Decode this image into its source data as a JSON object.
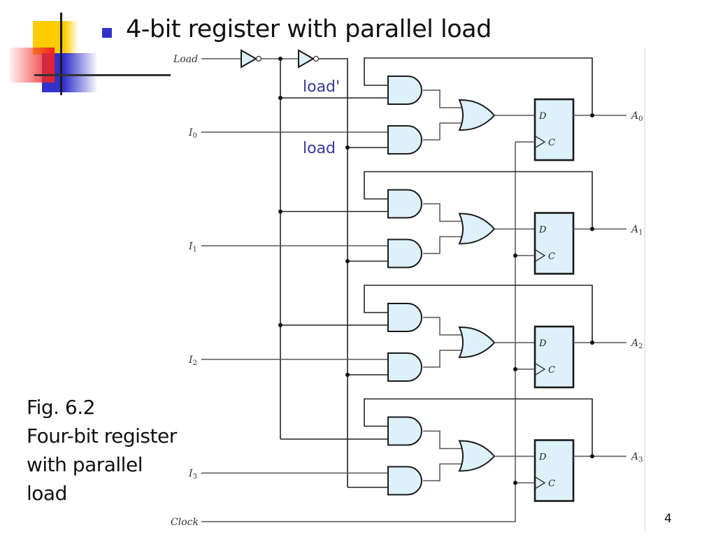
{
  "slide": {
    "title": "4-bit register with parallel load",
    "caption_lines": [
      "Fig. 6.2",
      "Four-bit register",
      "with parallel",
      "load"
    ],
    "page_number": "4",
    "colors": {
      "bullet": "#3333cc",
      "gate_fill": "#dcf1fa",
      "annotation_text": "#3a3a9a",
      "deco_yellow": "#ffcc00",
      "deco_red": "#ee2222",
      "deco_blue": "#3333cc"
    }
  },
  "diagram": {
    "inputs": {
      "load": "Load",
      "clock": "Clock",
      "data": [
        {
          "base": "I",
          "sub": "0"
        },
        {
          "base": "I",
          "sub": "1"
        },
        {
          "base": "I",
          "sub": "2"
        },
        {
          "base": "I",
          "sub": "3"
        }
      ]
    },
    "outputs": [
      {
        "base": "A",
        "sub": "0"
      },
      {
        "base": "A",
        "sub": "1"
      },
      {
        "base": "A",
        "sub": "2"
      },
      {
        "base": "A",
        "sub": "3"
      }
    ],
    "annotations": {
      "load_prime": "load'",
      "load": "load"
    },
    "flipflop_labels": {
      "d": "D",
      "c": "C"
    },
    "stage_count": 4
  }
}
